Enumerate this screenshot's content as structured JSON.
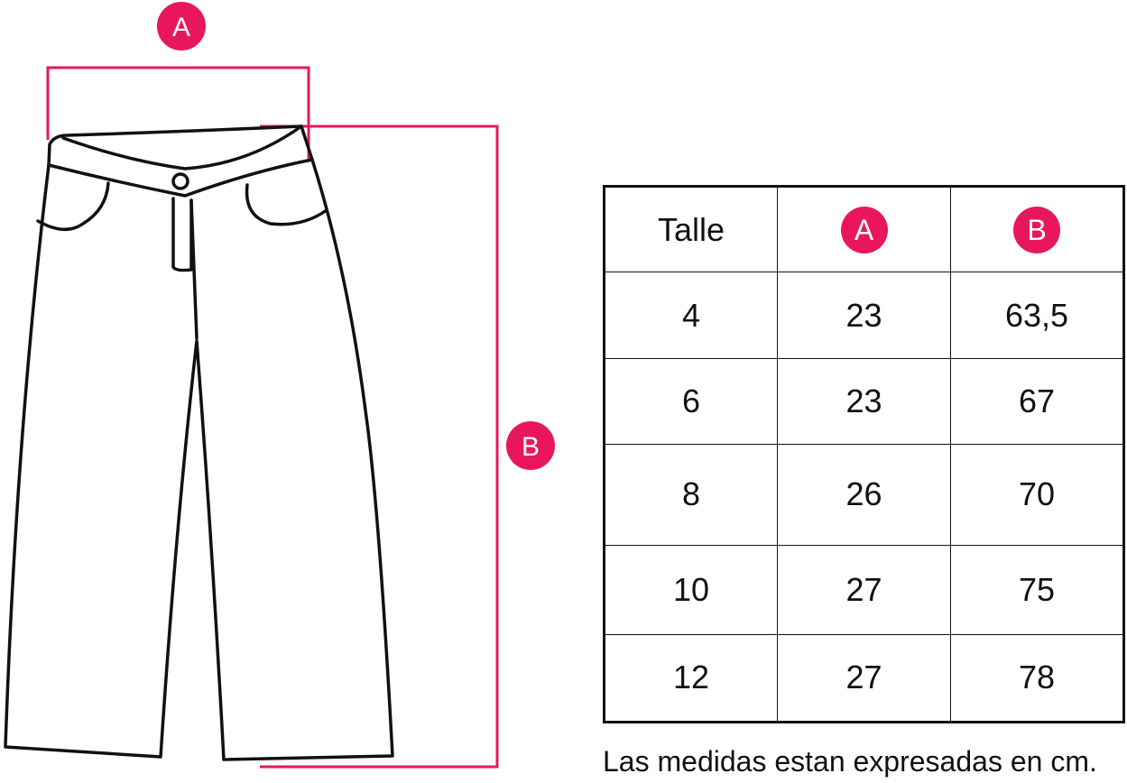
{
  "colors": {
    "accent": "#e8175d",
    "ink": "#111111",
    "background": "#ffffff"
  },
  "diagram": {
    "label_a": "A",
    "label_b": "B"
  },
  "table": {
    "header": {
      "size": "Talle",
      "col_a": "A",
      "col_b": "B"
    },
    "rows": [
      {
        "size": "4",
        "a": "23",
        "b": "63,5"
      },
      {
        "size": "6",
        "a": "23",
        "b": "67"
      },
      {
        "size": "8",
        "a": "26",
        "b": "70"
      },
      {
        "size": "10",
        "a": "27",
        "b": "75"
      },
      {
        "size": "12",
        "a": "27",
        "b": "78"
      }
    ]
  },
  "footnote": "Las medidas estan expresadas en cm."
}
